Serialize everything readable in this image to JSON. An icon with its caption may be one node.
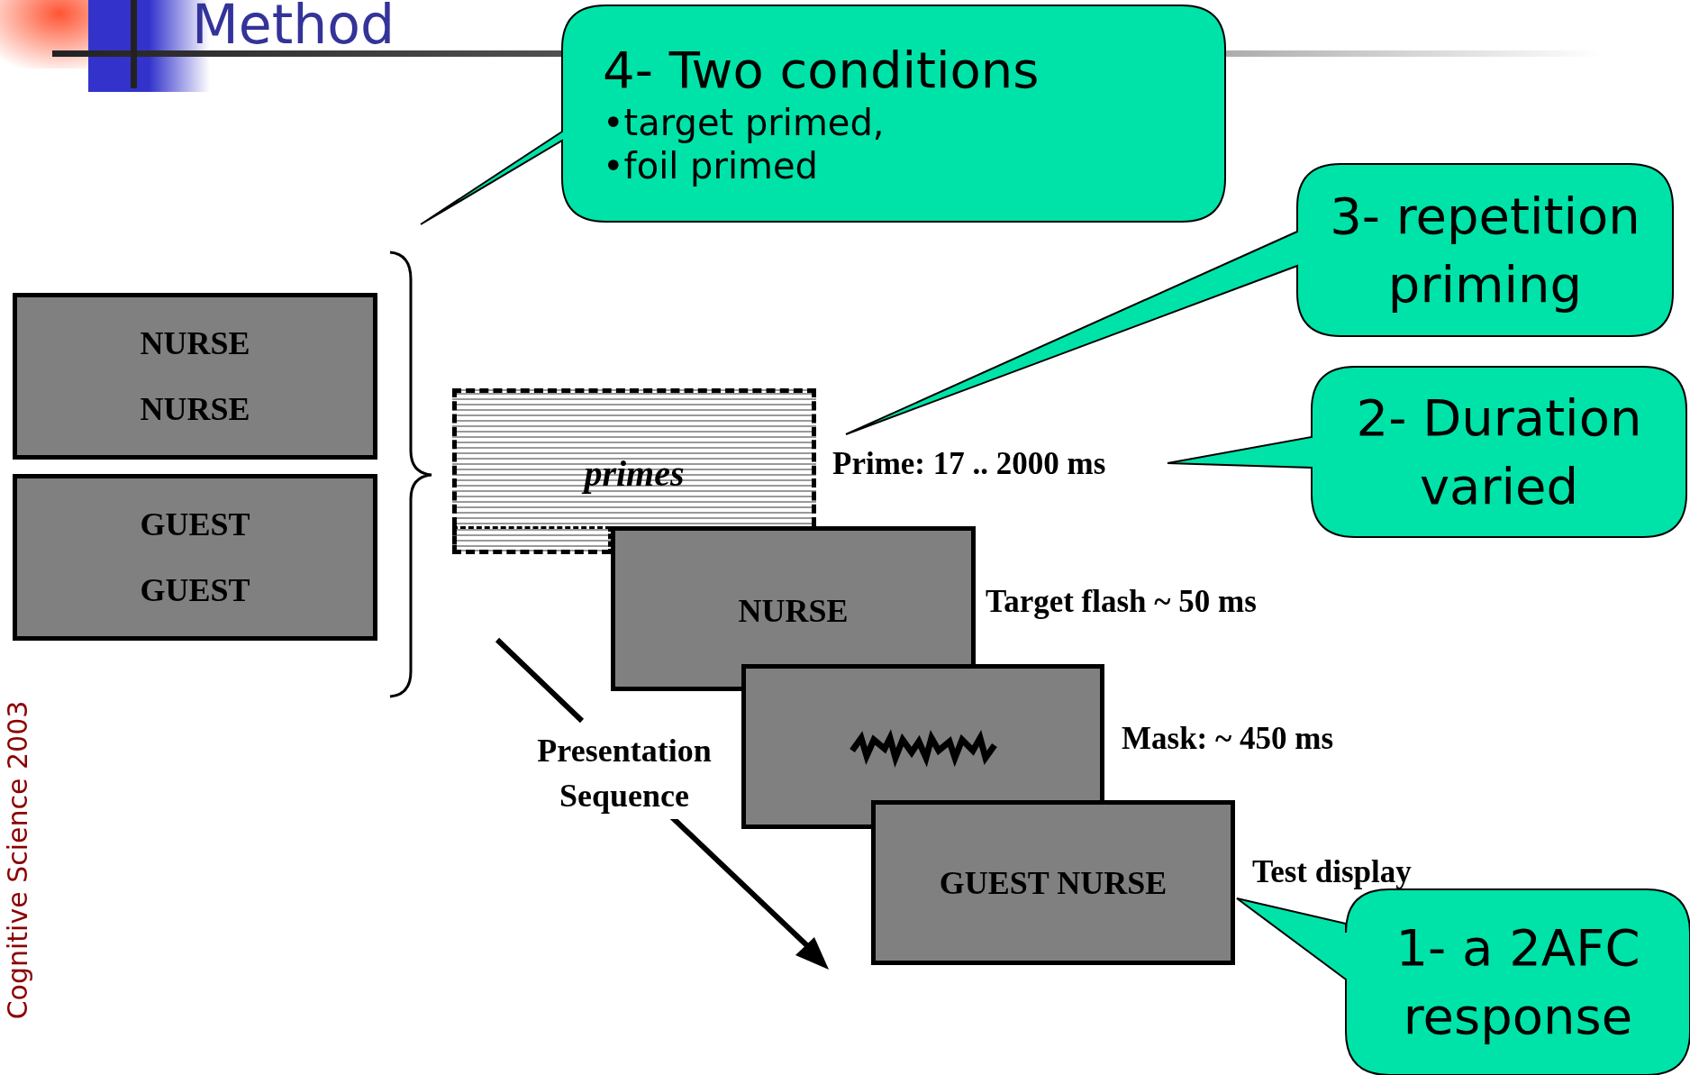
{
  "diagram": {
    "title": "Method",
    "nodes": [
      {
        "text": [
          "NURSE",
          "NURSE"
        ]
      },
      {
        "text": [
          "GUEST",
          "GUEST"
        ]
      },
      {
        "text": [
          "primes"
        ],
        "beside": [
          "Prime: 17 .. 2000 ms"
        ]
      },
      {
        "text": [
          "NURSE"
        ],
        "beside": [
          "Target flash ~ 50 ms"
        ]
      },
      {
        "text": [],
        "shape": "box",
        "beside": [
          "Mask: ~ 450 ms"
        ]
      },
      {
        "text": [
          "GUEST NURSE"
        ],
        "beside": [
          "Test display"
        ]
      },
      {
        "text": [
          "4- Two conditions",
          "•target primed,",
          "•foil primed"
        ]
      },
      {
        "text": [
          "3- repetition priming"
        ]
      },
      {
        "text": [
          "2- Duration varied"
        ]
      },
      {
        "text": [
          "1- a 2AFC response"
        ]
      }
    ],
    "labels": [
      "Presentation Sequence",
      "Cognitive Science 2003"
    ]
  }
}
